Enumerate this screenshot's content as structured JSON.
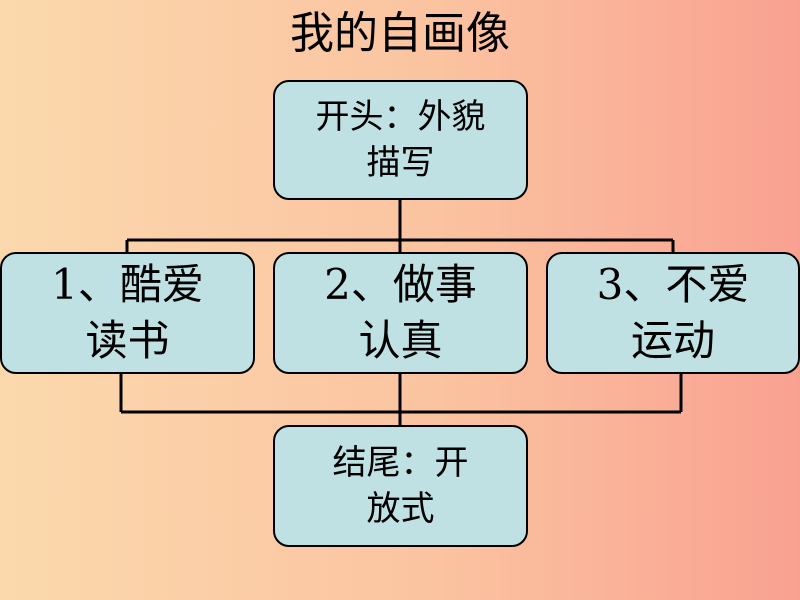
{
  "title": "我的自画像",
  "top_box": {
    "line1": "开头：外貌",
    "line2": "描写"
  },
  "middle_boxes": [
    {
      "line1": "1、酷爱",
      "line2": "读书"
    },
    {
      "line1": "2、做事",
      "line2": "认真"
    },
    {
      "line1": "3、不爱",
      "line2": "运动"
    }
  ],
  "bottom_box": {
    "line1": "结尾：开",
    "line2": "放式"
  },
  "colors": {
    "box_fill": "#bfe1e3",
    "box_border": "#000000",
    "background_left": "#fbd9ad",
    "background_right": "#f9a191"
  }
}
